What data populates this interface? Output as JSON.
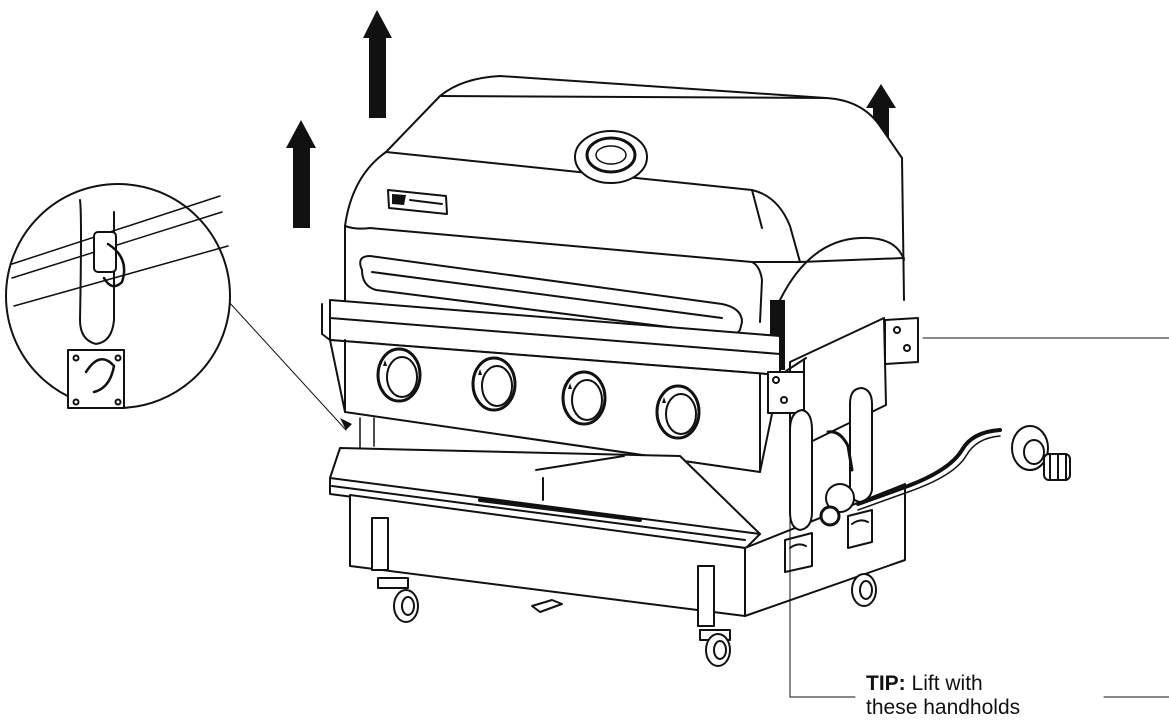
{
  "callout": {
    "tip_label": "TIP:",
    "tip_text_line1": "Lift with",
    "tip_text_line2": "these handholds"
  },
  "icons": {
    "lift_arrows": "up-arrow-icon",
    "brand_badge": "grill-logo-icon",
    "detail_view": "magnifier-detail-icon"
  },
  "colors": {
    "ink": "#111111",
    "background": "#ffffff"
  }
}
